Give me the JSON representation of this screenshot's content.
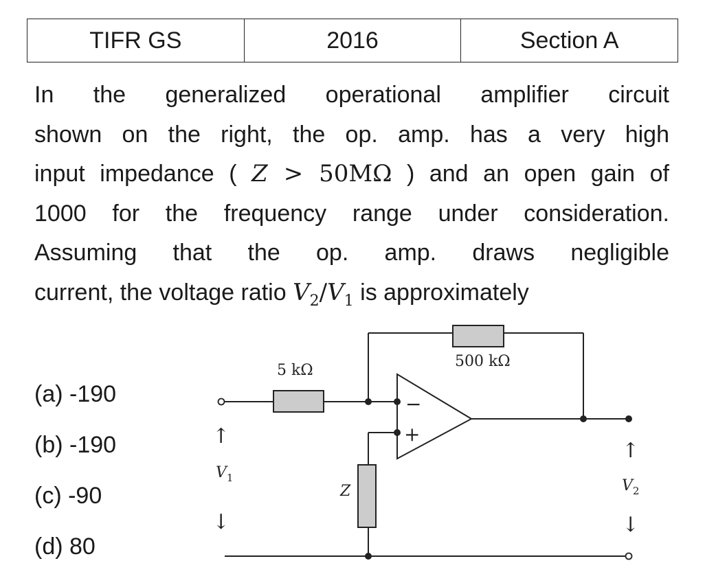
{
  "header": {
    "exam": "TIFR GS",
    "year": "2016",
    "section": "Section A"
  },
  "question": {
    "line1": "In the generalized operational amplifier circuit",
    "line2": "shown on the right, the op. amp. has a very high",
    "line3_pre": "input impedance (",
    "line3_math_var": "Z",
    "line3_math_rest": " > 50MΩ",
    "line3_post": ") and an open gain of",
    "line4": "1000 for the frequency range under consideration.",
    "line5": "Assuming that the op. amp. draws negligible",
    "line6_pre": "current, the voltage ratio ",
    "v2": "V",
    "v2_sub": "2",
    "slash": "/",
    "v1": "V",
    "v1_sub": "1",
    "line6_post": " is approximately"
  },
  "options": [
    {
      "label": "(a)",
      "value": "-190"
    },
    {
      "label": "(b)",
      "value": "-190"
    },
    {
      "label": "(c)",
      "value": "-90"
    },
    {
      "label": "(d)",
      "value": " 80"
    }
  ],
  "circuit": {
    "input_resistor": "5 kΩ",
    "feedback_resistor": "500 kΩ",
    "ground_impedance": "Z",
    "minus_sign": "−",
    "plus_sign": "+",
    "input_voltage": "V",
    "input_voltage_sub": "1",
    "output_voltage": "V",
    "output_voltage_sub": "2",
    "up_arrow": "↑",
    "down_arrow": "↓",
    "resistor_fill": "#cccccc"
  }
}
